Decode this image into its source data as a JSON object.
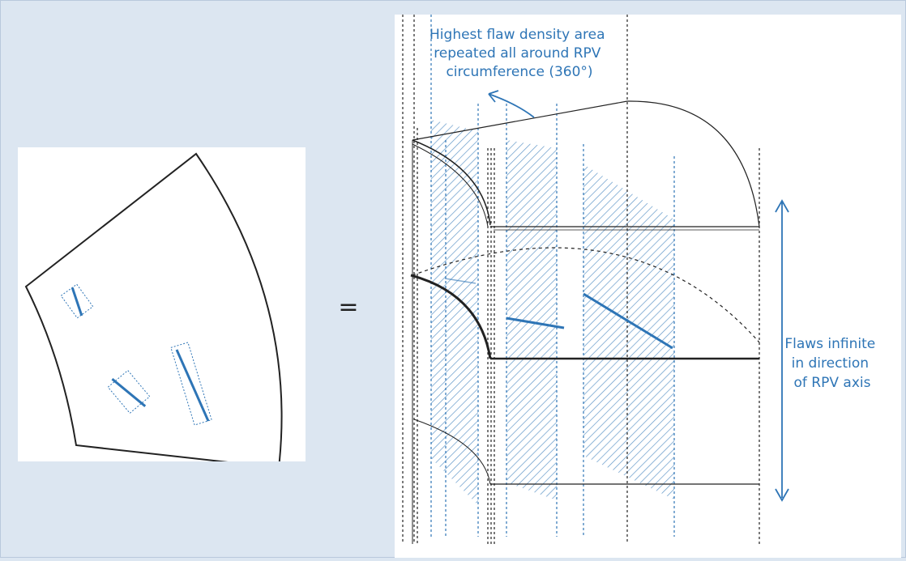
{
  "equals_sign": "=",
  "annotations": {
    "highest_flaw_area": [
      "Highest flaw density area",
      "repeated all around RPV",
      "circumference (360°)"
    ],
    "flaws_infinite": [
      "Flaws infinite",
      "in direction",
      "of RPV axis"
    ]
  },
  "colors": {
    "background": "#dce6f1",
    "panel": "#ffffff",
    "annotation_blue": "#2e75b6",
    "outline": "#222222"
  },
  "icons": [
    "curved-arrow-icon",
    "double-headed-arrow-icon"
  ]
}
